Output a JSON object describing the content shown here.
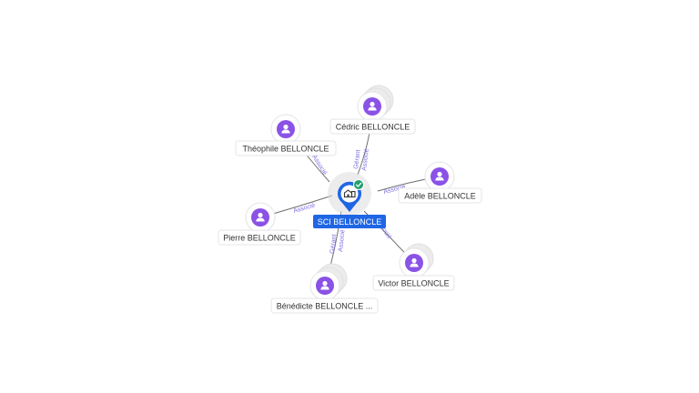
{
  "company": {
    "name": "SCI BELLONCLE",
    "icon": "building-icon",
    "status_icon": "check-icon",
    "colors": {
      "pin": "#1f66e5",
      "check": "#22a06b"
    }
  },
  "people": [
    {
      "id": "cedric",
      "name": "Cédric BELLONCLE",
      "icon": "person-icon",
      "stacked": true
    },
    {
      "id": "theophile",
      "name": "Théophile BELLONCLE",
      "icon": "person-icon",
      "stacked": false
    },
    {
      "id": "adele",
      "name": "Adèle BELLONCLE",
      "icon": "person-icon",
      "stacked": false
    },
    {
      "id": "pierre",
      "name": "Pierre BELLONCLE",
      "icon": "person-icon",
      "stacked": false
    },
    {
      "id": "victor",
      "name": "Victor BELLONCLE",
      "icon": "person-icon",
      "stacked": true
    },
    {
      "id": "benedicte",
      "name": "Bénédicte BELLONCLE ...",
      "icon": "person-icon",
      "stacked": true
    }
  ],
  "edges": [
    {
      "from": "cedric",
      "labels": [
        "Gérant",
        "Associé"
      ]
    },
    {
      "from": "theophile",
      "labels": [
        "Associé"
      ]
    },
    {
      "from": "adele",
      "labels": [
        "Associé"
      ]
    },
    {
      "from": "pierre",
      "labels": [
        "Associé"
      ]
    },
    {
      "from": "victor",
      "labels": [
        "Associé"
      ]
    },
    {
      "from": "benedicte",
      "labels": [
        "Gérant",
        "Associé"
      ]
    }
  ],
  "colors": {
    "person": "#8a52e6",
    "edge_label": "#7b6fe0",
    "edge": "#6f6f6f"
  }
}
